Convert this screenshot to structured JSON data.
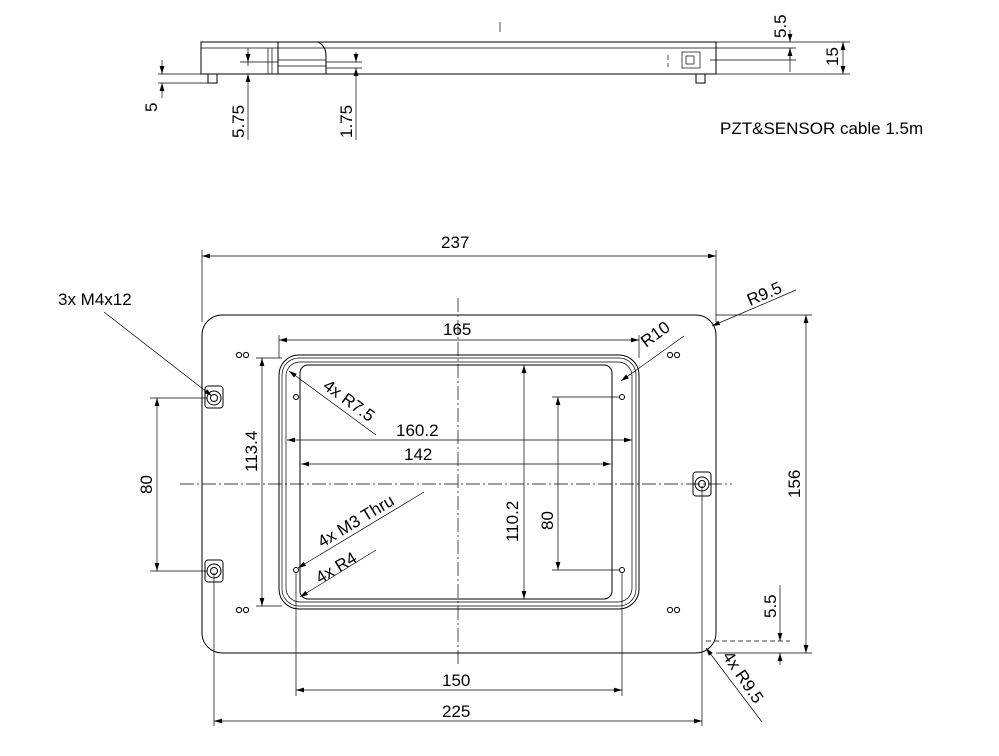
{
  "side_view": {
    "dims": {
      "d_5_5_top": "5.5",
      "d_15": "15",
      "d_5": "5",
      "d_5_75": "5.75",
      "d_1_75": "1.75"
    },
    "cable_note": "PZT&SENSOR cable  1.5m"
  },
  "top_view": {
    "dims": {
      "d_237": "237",
      "d_225": "225",
      "d_165": "165",
      "d_160_2": "160.2",
      "d_142": "142",
      "d_150": "150",
      "d_156": "156",
      "d_113_4": "113.4",
      "d_110_2": "110.2",
      "d_80_left": "80",
      "d_80_right": "80",
      "d_5_5_bottom": "5.5"
    },
    "callouts": {
      "mounting_holes": "3x  M4x12",
      "corner_radius_top": "R9.5",
      "window_radius": "R10",
      "inner_radius": "4x R7.5",
      "thru_holes": "4x M3 Thru",
      "hole_radius": "4x R4",
      "corner_radius_bottom": "4x R9.5"
    }
  }
}
